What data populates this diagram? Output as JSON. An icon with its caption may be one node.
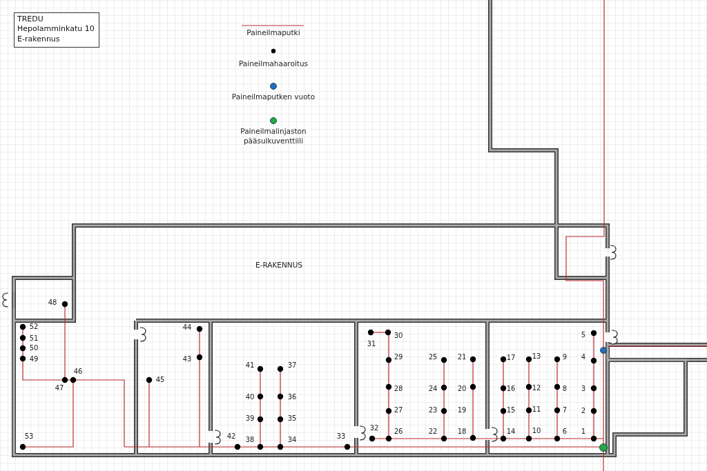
{
  "diagram": {
    "nodes": [
      {
        "text": [
          "TREDU Hepolamminkatu 10 E-rakennus"
        ]
      }
    ],
    "labels": [
      "E-RAKENNUS",
      "1",
      "2",
      "3",
      "4",
      "5",
      "6",
      "7",
      "8",
      "9",
      "10",
      "11",
      "12",
      "13",
      "14",
      "15",
      "16",
      "17",
      "18",
      "19",
      "20",
      "21",
      "22",
      "23",
      "24",
      "25",
      "26",
      "27",
      "28",
      "29",
      "30",
      "31",
      "32",
      "33",
      "34",
      "35",
      "36",
      "37",
      "38",
      "39",
      "40",
      "41",
      "42",
      "43",
      "44",
      "45",
      "46",
      "47",
      "48",
      "49",
      "50",
      "51",
      "52",
      "53"
    ],
    "legend": [
      {
        "text": "Paineilmaputki"
      },
      {
        "text": "Paineilmahaaroitus",
        "color": "#000000"
      },
      {
        "text": "Paineilmaputken vuoto",
        "color": "#1f6fc0"
      },
      {
        "text": "Paineilmalinjaston pääsulkuventtiili",
        "color": "#22aa44"
      }
    ]
  }
}
